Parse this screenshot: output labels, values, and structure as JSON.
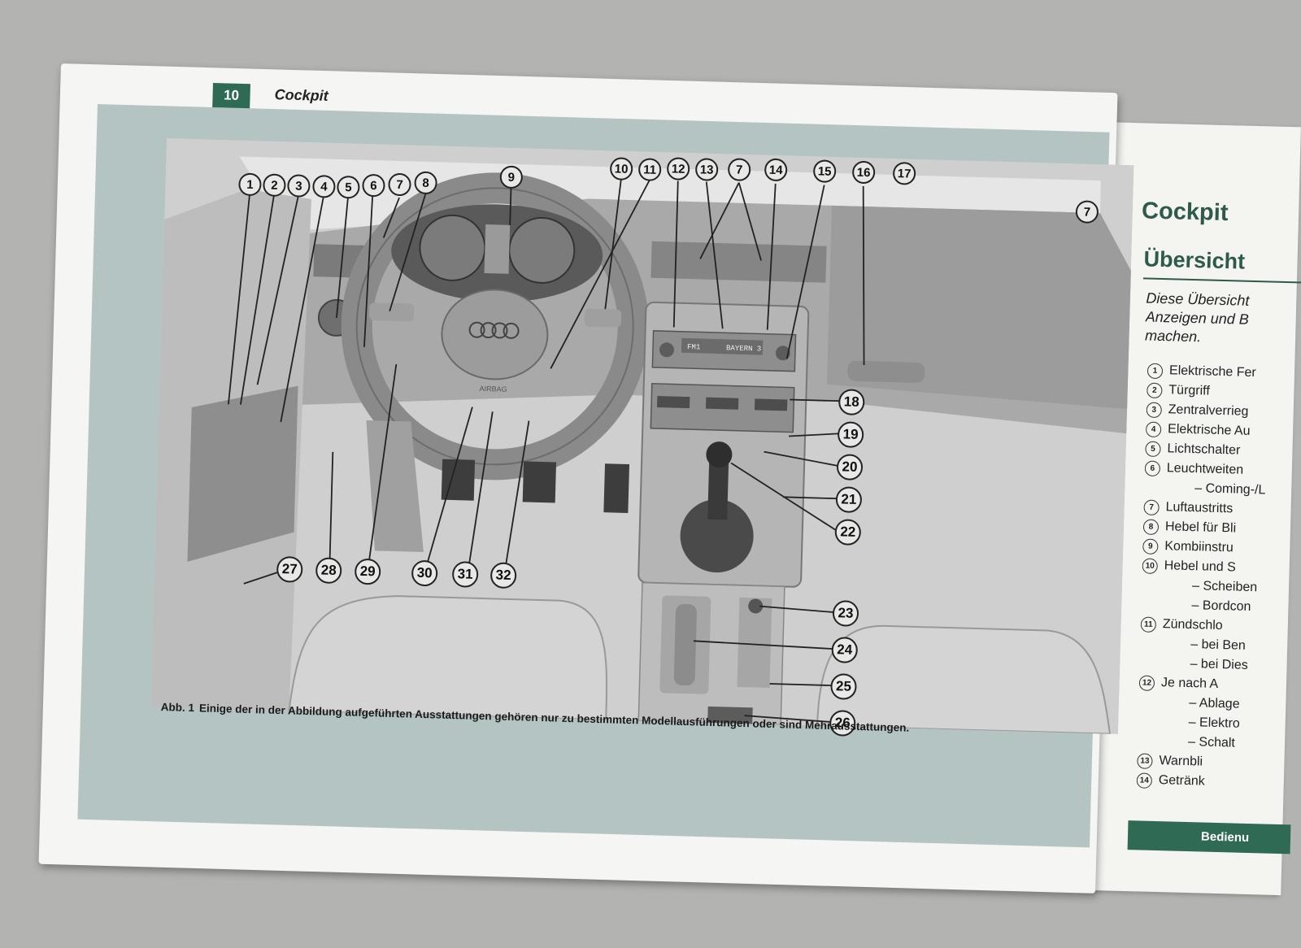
{
  "left_page": {
    "page_number": "10",
    "chapter": "Cockpit",
    "caption_label": "Abb. 1",
    "caption_text": "Einige der in der Abbildung aufgeführten Ausstattungen gehören nur zu bestimmten Modellausführungen oder sind Mehrausstattungen.",
    "airbag_text": "AIRBAG",
    "radio_display": "BAYERN 3",
    "radio_band": "FM1",
    "callouts_top": [
      "1",
      "2",
      "3",
      "4",
      "5",
      "6",
      "7",
      "8",
      "9",
      "10",
      "11",
      "12",
      "13",
      "7",
      "14",
      "15",
      "16",
      "17"
    ],
    "callouts_right": [
      "18",
      "19",
      "20",
      "21",
      "22",
      "23",
      "24",
      "25",
      "26"
    ],
    "callouts_bottom": [
      "27",
      "28",
      "29",
      "30",
      "31",
      "32"
    ],
    "callout_edge": "7"
  },
  "right_page": {
    "title": "Cockpit",
    "subtitle": "Übersicht",
    "intro": "Diese Übersicht\nAnzeigen und B\nmachen.",
    "items": [
      {
        "num": "1",
        "text": "Elektrische Fer",
        "sub": false
      },
      {
        "num": "2",
        "text": "Türgriff",
        "sub": false
      },
      {
        "num": "3",
        "text": "Zentralverrieg",
        "sub": false
      },
      {
        "num": "4",
        "text": "Elektrische Au",
        "sub": false
      },
      {
        "num": "5",
        "text": "Lichtschalter",
        "sub": false
      },
      {
        "num": "6",
        "text": "Leuchtweiten",
        "sub": false
      },
      {
        "num": "",
        "text": "– Coming-/L",
        "sub": true
      },
      {
        "num": "7",
        "text": "Luftaustritts",
        "sub": false
      },
      {
        "num": "8",
        "text": "Hebel für Bli",
        "sub": false
      },
      {
        "num": "9",
        "text": "Kombiinstru",
        "sub": false
      },
      {
        "num": "10",
        "text": "Hebel und S",
        "sub": false
      },
      {
        "num": "",
        "text": "– Scheiben",
        "sub": true
      },
      {
        "num": "",
        "text": "– Bordcon",
        "sub": true
      },
      {
        "num": "11",
        "text": "Zündschlo",
        "sub": false
      },
      {
        "num": "",
        "text": "– bei Ben",
        "sub": true
      },
      {
        "num": "",
        "text": "– bei Dies",
        "sub": true
      },
      {
        "num": "12",
        "text": "Je nach A",
        "sub": false
      },
      {
        "num": "",
        "text": "– Ablage",
        "sub": true
      },
      {
        "num": "",
        "text": "– Elektro",
        "sub": true
      },
      {
        "num": "",
        "text": "– Schalt",
        "sub": true
      },
      {
        "num": "13",
        "text": "Warnbli",
        "sub": false
      },
      {
        "num": "14",
        "text": "Getränk",
        "sub": false
      }
    ],
    "footer": "Bedienu"
  }
}
